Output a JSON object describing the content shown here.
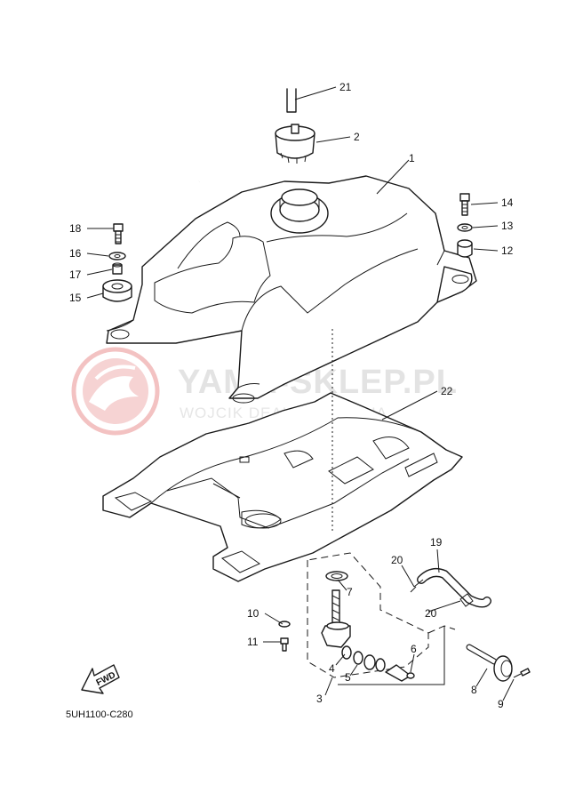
{
  "watermark": {
    "title": "YAMA-SKLEP.PL",
    "subtitle": "WOJCIK DEALER YAMAHA",
    "logo_color": "#f1b5b5"
  },
  "fwd_label": "FWD",
  "diagram_code": "5UH1100-C280",
  "callouts": [
    {
      "id": "c21",
      "num": "21"
    },
    {
      "id": "c2",
      "num": "2"
    },
    {
      "id": "c1",
      "num": "1"
    },
    {
      "id": "c14",
      "num": "14"
    },
    {
      "id": "c13",
      "num": "13"
    },
    {
      "id": "c12",
      "num": "12"
    },
    {
      "id": "c18",
      "num": "18"
    },
    {
      "id": "c16",
      "num": "16"
    },
    {
      "id": "c17",
      "num": "17"
    },
    {
      "id": "c15",
      "num": "15"
    },
    {
      "id": "c22",
      "num": "22"
    },
    {
      "id": "c19",
      "num": "19"
    },
    {
      "id": "c20a",
      "num": "20"
    },
    {
      "id": "c20b",
      "num": "20"
    },
    {
      "id": "c7",
      "num": "7"
    },
    {
      "id": "c10",
      "num": "10"
    },
    {
      "id": "c11",
      "num": "11"
    },
    {
      "id": "c6",
      "num": "6"
    },
    {
      "id": "c4",
      "num": "4"
    },
    {
      "id": "c5",
      "num": "5"
    },
    {
      "id": "c3",
      "num": "3"
    },
    {
      "id": "c8",
      "num": "8"
    },
    {
      "id": "c9",
      "num": "9"
    }
  ]
}
